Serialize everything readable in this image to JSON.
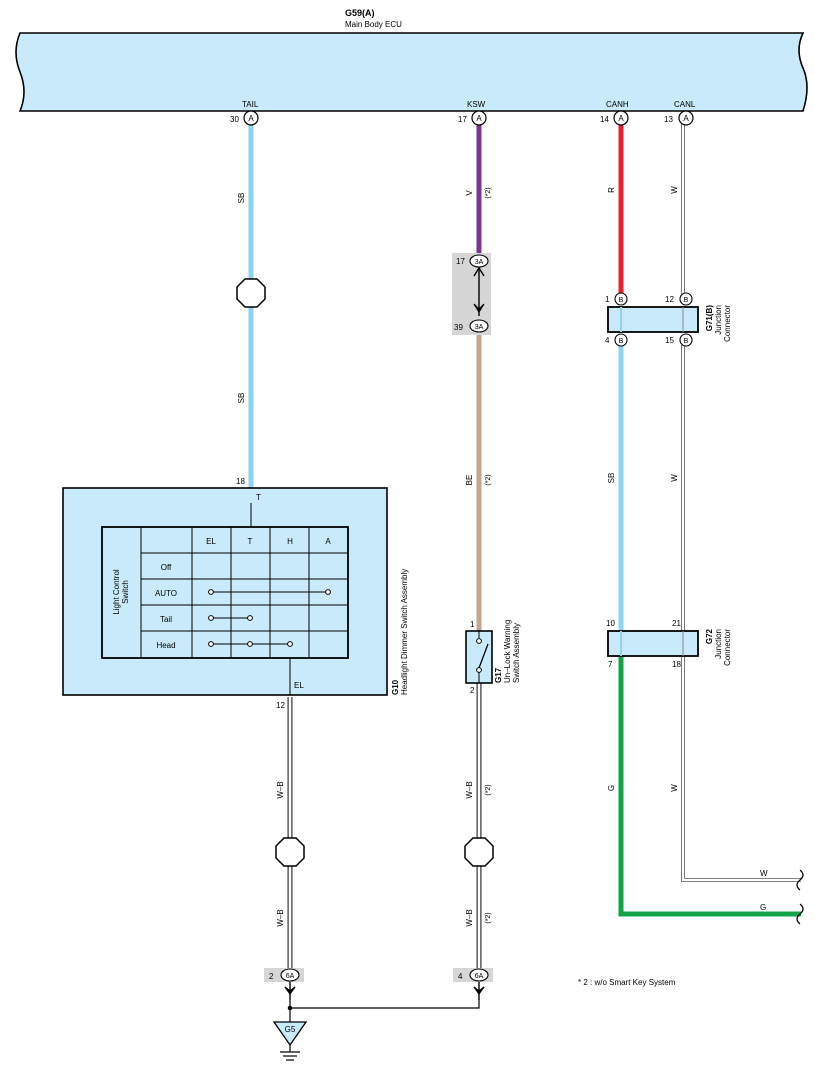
{
  "ecu": {
    "code": "G59(A)",
    "name": "Main Body ECU",
    "pins": [
      {
        "num": "30",
        "conn": "A",
        "label": "TAIL"
      },
      {
        "num": "17",
        "conn": "A",
        "label": "KSW"
      },
      {
        "num": "14",
        "conn": "A",
        "label": "CANH"
      },
      {
        "num": "13",
        "conn": "A",
        "label": "CANL"
      }
    ]
  },
  "wires": {
    "tail_upper": "SB",
    "tail_lower": "SB",
    "ksw_upper": "V",
    "ksw_upper_note": "(*2)",
    "ksw_mid": "BE",
    "ksw_mid_note": "(*2)",
    "canh_upper": "R",
    "canl_upper": "W",
    "canh_mid": "SB",
    "canl_mid": "W",
    "canh_lower": "G",
    "canl_lower": "W",
    "g10_ground_upper": "W–B",
    "g10_ground_lower": "W–B",
    "g17_ground_upper": "W–B",
    "g17_ground_upper_note": "(*2)",
    "g17_ground_lower": "W–B",
    "g17_ground_lower_note": "(*2)",
    "exit_w": "W",
    "exit_g": "G"
  },
  "connector_3a": {
    "top_pin": "17",
    "bottom_pin": "39",
    "label": "3A"
  },
  "g71": {
    "code": "G71(B)",
    "name_line1": "Junction",
    "name_line2": "Connector",
    "pin_top_left": "1",
    "pin_top_right": "12",
    "pin_bottom_left": "4",
    "pin_bottom_right": "15",
    "conn": "B"
  },
  "g72": {
    "code": "G72",
    "name_line1": "Junction",
    "name_line2": "Connector",
    "pin_top_left": "10",
    "pin_top_right": "21",
    "pin_bottom_left": "7",
    "pin_bottom_right": "18"
  },
  "g10": {
    "code": "G10",
    "name": "Headlight Dimmer Switch Assembly",
    "pin_in": "18",
    "pin_in_label": "T",
    "pin_out": "12",
    "pin_out_label": "EL",
    "table_title_line1": "Light Control",
    "table_title_line2": "Switch",
    "columns": [
      "EL",
      "T",
      "H",
      "A"
    ],
    "rows": [
      "Off",
      "AUTO",
      "Tail",
      "Head"
    ]
  },
  "g17": {
    "code": "G17",
    "name_line1": "Un–Lock Warning",
    "name_line2": "Switch Assembly",
    "pin_top": "1",
    "pin_bottom": "2"
  },
  "connector_6a": {
    "left_pin": "2",
    "right_pin": "4",
    "label": "6A"
  },
  "ground": {
    "label": "G5"
  },
  "footnote": "* 2 : w/o Smart Key System",
  "colors": {
    "ecu_fill": "#c8eafa",
    "sky_blue": "#8dd3f2",
    "violet": "#7a3596",
    "beige": "#c2a68e",
    "red": "#e8242a",
    "green": "#11a34a",
    "connector_gray": "#d6d6d6"
  }
}
